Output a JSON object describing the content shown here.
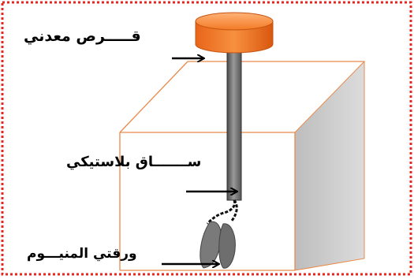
{
  "labels": {
    "metal_disk": "قـــــرص معدني",
    "plastic_rod": "ســـــــاق بلاستيكي",
    "aluminum_leaves": "ورقتي المنيـــوم"
  },
  "colors": {
    "frame_border": "#e8251f",
    "box_edge": "#e98a4a",
    "box_side": "#c9c9c9",
    "disk": "#f07828",
    "rod": "#6a6a6a",
    "leaves": "#777777",
    "arrows": "#000000"
  }
}
